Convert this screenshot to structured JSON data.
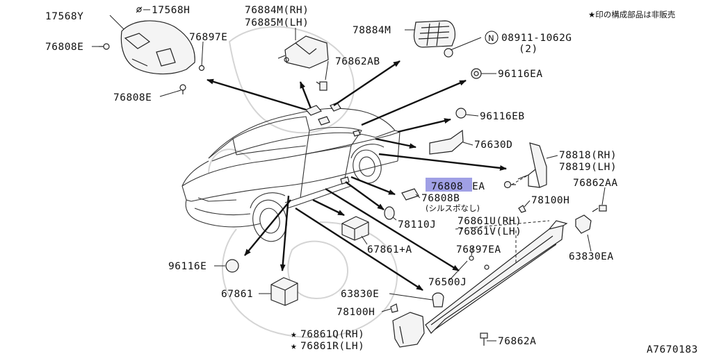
{
  "note": "★印の構成部品は非販売",
  "diagram_id": "A7670183",
  "parts": {
    "p17568Y": "17568Y",
    "p17568H": "17568H",
    "p76884M": "76884M(RH)",
    "p76885M": "76885M(LH)",
    "p78884M": "78884M",
    "p08911_n": "N",
    "p08911": "08911-1062G",
    "p08911_q": "(2)",
    "p76808E_a": "76808E",
    "p76897E": "76897E",
    "p76862AB": "76862AB",
    "p96116EA": "96116EA",
    "p76808E_b": "76808E",
    "p96116EB": "96116EB",
    "p76630D": "76630D",
    "p78818": "78818(RH)",
    "p78819": "78819(LH)",
    "p76808EA_hl": "76808",
    "p76808EA_rest": "EA",
    "p76862AA": "76862AA",
    "p76808B": "76808B",
    "p76808B_note": "(シルスポなし)",
    "p78100H_a": "78100H",
    "p78110J": "78110J",
    "p76861U": "76861U(RH)",
    "p76861V": "76861V(LH)",
    "p67861A": "67861+A",
    "p96116E": "96116E",
    "p76897EA": "76897EA",
    "p63830EA": "63830EA",
    "p76500J": "76500J",
    "p67861": "67861",
    "p63830E": "63830E",
    "p78100H_b": "78100H",
    "p76861Q": "76861Q(RH)",
    "p76861R": "76861R(LH)",
    "p76862A": "76862A",
    "star": "★"
  }
}
